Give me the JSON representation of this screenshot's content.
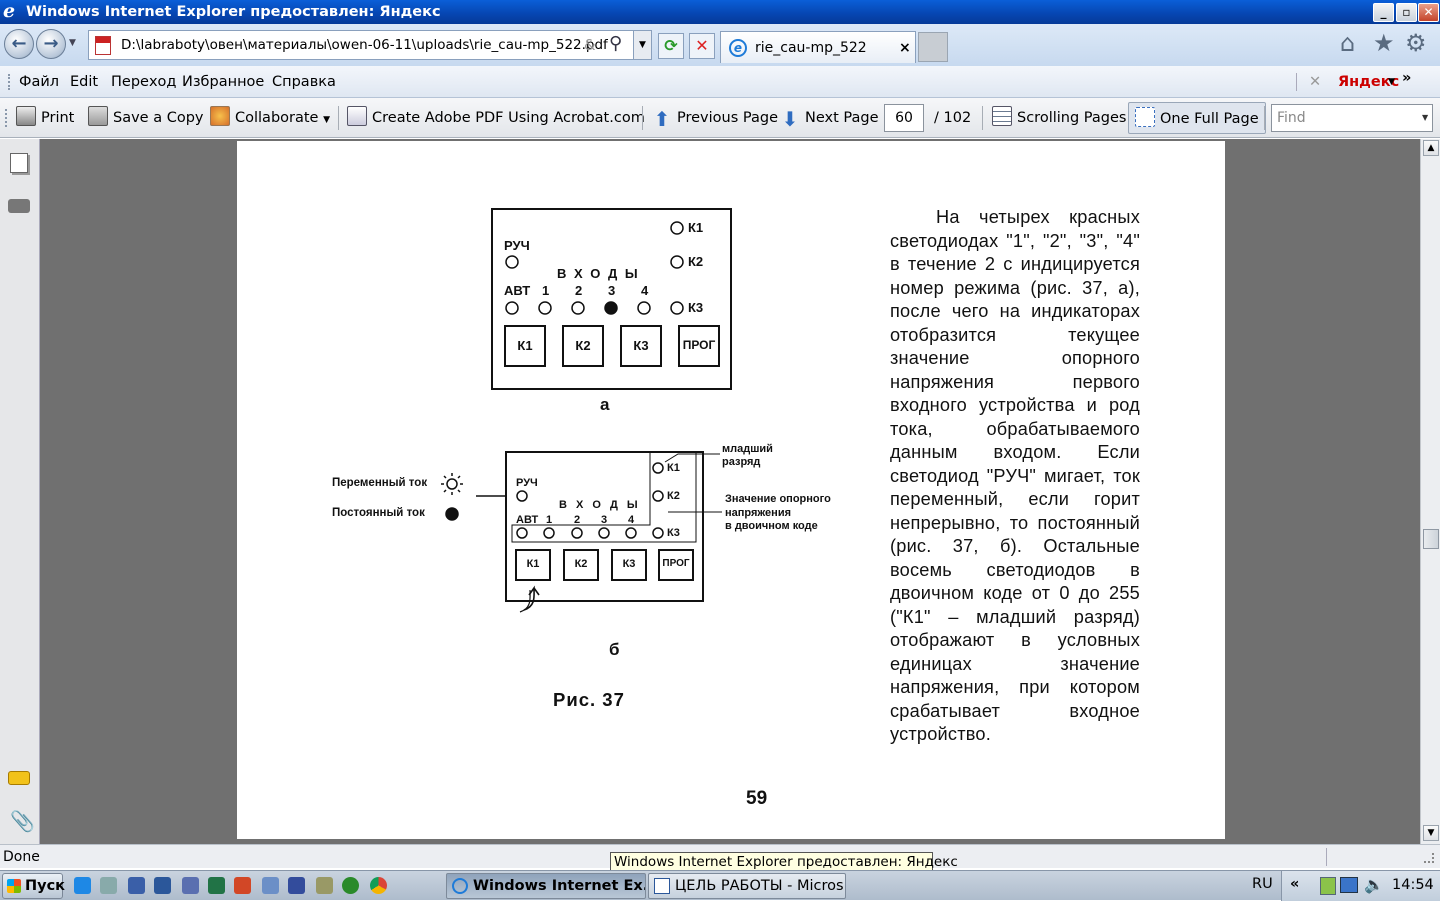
{
  "window": {
    "title": "Windows Internet Explorer предоставлен: Яндекс",
    "min": "_",
    "max": "▫",
    "close": "✕"
  },
  "address": {
    "url": "D:\\labraboty\\овен\\материалы\\owen-06-11\\uploads\\rie_cau-mp_522.pdf",
    "tab_title": "rie_cau-mp_522",
    "tab_close": "×"
  },
  "menu": [
    "Файл",
    "Edit",
    "Переход",
    "Избранное",
    "Справка"
  ],
  "yandex": {
    "close": "✕",
    "label": "Яндекс",
    "more": "»"
  },
  "toolbar": {
    "print": "Print",
    "save_copy": "Save a Copy",
    "collaborate": "Collaborate",
    "create_pdf": "Create Adobe PDF Using Acrobat.com",
    "prev_page": "Previous Page",
    "next_page": "Next Page",
    "page_current": "60",
    "page_total": "/ 102",
    "scrolling_pages": "Scrolling Pages",
    "one_full_page": "One Full Page",
    "find_placeholder": "Find"
  },
  "figure": {
    "a": {
      "label": "а",
      "led_labels": {
        "ruch": "РУЧ",
        "avt": "АВТ",
        "vhody": "В Х О Д Ы",
        "n1": "1",
        "n2": "2",
        "n3": "3",
        "n4": "4",
        "k1": "К1",
        "k2": "К2",
        "k3": "К3"
      },
      "buttons": [
        "К1",
        "К2",
        "К3",
        "ПРОГ"
      ]
    },
    "b": {
      "label": "б",
      "ac": "Переменный ток",
      "dc": "Постоянный ток",
      "lsb_line1": "младший",
      "lsb_line2": "разряд",
      "ref_line1": "Значение опорного",
      "ref_line2": "напряжения",
      "ref_line3": "в двоичном коде",
      "led_labels": {
        "ruch": "РУЧ",
        "avt": "АВТ",
        "vhody": "В Х О Д Ы",
        "n1": "1",
        "n2": "2",
        "n3": "3",
        "n4": "4",
        "k1": "К1",
        "k2": "К2",
        "k3": "К3"
      },
      "buttons": [
        "К1",
        "К2",
        "К3",
        "ПРОГ"
      ]
    },
    "caption": "Рис. 37"
  },
  "page_text": "На четырех красных светодиодах \"1\", \"2\", \"3\", \"4\" в течение 2 с индицируется номер режима (рис. 37, а), после чего на индикаторах отобразится текущее значение опорного напряжения первого входного устройства и род тока, обрабатываемого данным входом. Если светодиод \"РУЧ\" мигает, ток переменный, если горит непрерывно, то постоянный (рис. 37, б). Остальные восемь светодиодов в двоичном коде от 0 до 255 (\"К1\" – младший разряд) отображают в условных единицах значение напряжения, при котором срабатывает входное устройство.",
  "page_number": "59",
  "status": {
    "text": "Done",
    "tooltip": "Windows Internet Explorer предоставлен: Яндекс"
  },
  "taskbar": {
    "start": "Пуск",
    "tasks": [
      "Windows Internet Ex...",
      "ЦЕЛЬ РАБОТЫ - Micros..."
    ],
    "lang": "RU",
    "expand": "«",
    "time": "14:54"
  },
  "colors": {
    "titlebar": "#0645b0",
    "doc_bg": "#707070"
  }
}
